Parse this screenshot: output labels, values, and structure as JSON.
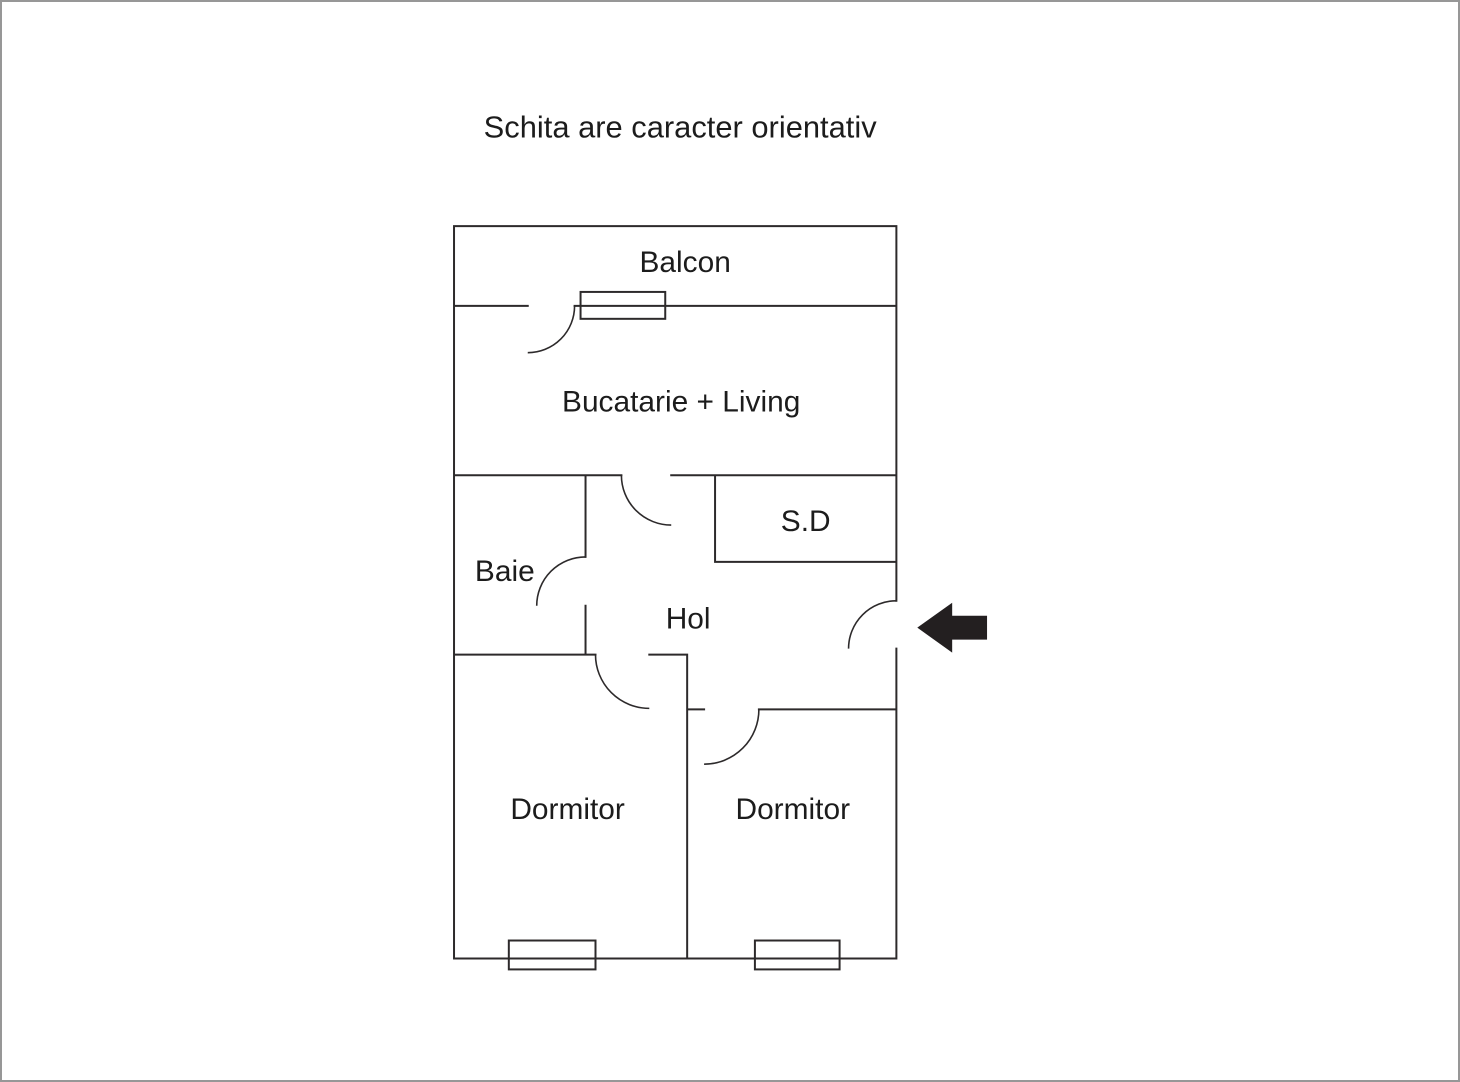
{
  "page": {
    "title": "Schita are caracter orientativ"
  },
  "floorplan": {
    "rooms": [
      {
        "id": "balcon",
        "label": "Balcon"
      },
      {
        "id": "bucatarie-living",
        "label": "Bucatarie + Living"
      },
      {
        "id": "baie",
        "label": "Baie"
      },
      {
        "id": "sd",
        "label": "S.D"
      },
      {
        "id": "hol",
        "label": "Hol"
      },
      {
        "id": "dormitor-left",
        "label": "Dormitor"
      },
      {
        "id": "dormitor-right",
        "label": "Dormitor"
      }
    ],
    "icons": [
      {
        "name": "entrance-arrow-icon",
        "meaning": "entrance direction arrow pointing left into the Hol"
      }
    ],
    "colors": {
      "wall": "#2d2a2b",
      "text": "#1c1c1c",
      "arrow": "#231f20",
      "background": "#ffffff",
      "page_border": "#979797"
    }
  }
}
